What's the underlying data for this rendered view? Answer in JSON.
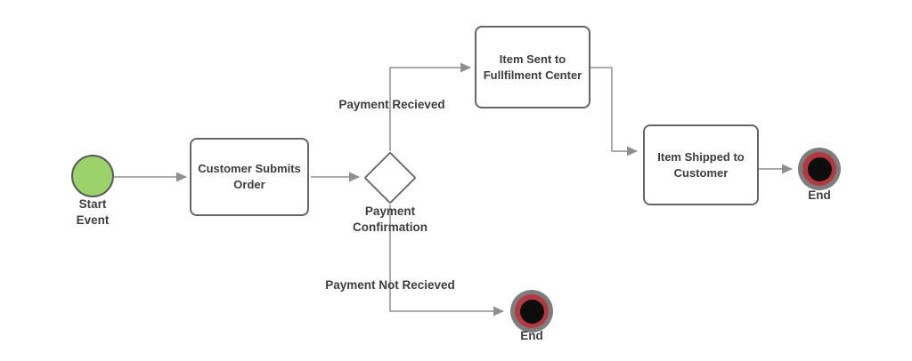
{
  "diagram_type": "flowchart",
  "colors": {
    "background": "#ffffff",
    "connector": "#8f8f8f",
    "shape_border": "#666666",
    "text": "#3d3d3d",
    "start_event_fill": "#9bd36a",
    "end_event_outer_ring": "#7d7d7d",
    "end_event_inner_ring": "#b23942",
    "end_event_core": "#0d0d0d"
  },
  "nodes": {
    "start_event": {
      "type": "start-event",
      "label": "Start Event"
    },
    "customer_submits_order": {
      "type": "task",
      "label": "Customer Submits Order"
    },
    "payment_confirmation": {
      "type": "decision",
      "label": "Payment Confirmation"
    },
    "item_sent_to_fulfilment_center": {
      "type": "task",
      "label": "Item Sent to Fullfilment Center"
    },
    "item_shipped_to_customer": {
      "type": "task",
      "label": "Item Shipped to Customer"
    },
    "end_event_main": {
      "type": "end-event",
      "label": "End"
    },
    "end_event_payment_failed": {
      "type": "end-event",
      "label": "End"
    }
  },
  "edges": {
    "payment_received_label": "Payment Recieved",
    "payment_not_received_label": "Payment Not Recieved"
  }
}
